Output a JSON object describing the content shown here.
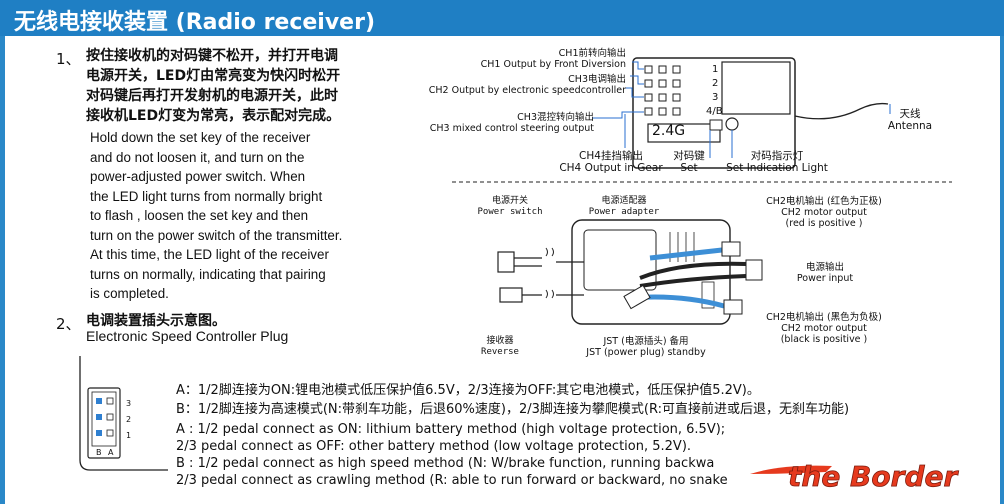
{
  "header": {
    "title": "无线电接收装置 (Radio receiver)"
  },
  "section1": {
    "number": "1、",
    "zh_lines": [
      "按住接收机的对码键不松开，并打开电调",
      "电源开关，LED灯由常亮变为快闪时松开",
      "对码键后再打开发射机的电源开关，此时",
      "接收机LED灯变为常亮，表示配对完成。"
    ],
    "en_lines": [
      "Hold down the set key of the receiver",
      "and do not loosen it,  and turn on the",
      "power-adjusted power switch.  When",
      "the LED light turns from normally bright",
      "to flash , loosen the set key and then",
      "turn on the power switch of the transmitter.",
      "At this time, the LED light of the receiver",
      "turns on normally, indicating that pairing",
      "is completed."
    ]
  },
  "section2": {
    "number": "2、",
    "zh": "电调装置插头示意图。",
    "en": "Electronic Speed Controller Plug"
  },
  "receiver_diagram": {
    "ch1_zh": "CH1前转向输出",
    "ch1_en": "CH1 Output by Front Diversion",
    "ch3_zh": "CH3电调输出",
    "ch2_en": "CH2 Output by electronic speedcontroller",
    "ch3mix_zh": "CH3混控转向输出",
    "ch3mix_en": "CH3 mixed control steering output",
    "ch4_zh": "CH4挂挡输出",
    "ch4_en": "CH4 Output in Gear",
    "set_zh": "对码键",
    "set_en": "Set",
    "led_zh": "对码指示灯",
    "led_en": "Set Indication Light",
    "antenna_zh": "天线",
    "antenna_en": "Antenna",
    "band": "2.4G",
    "ports": [
      "1",
      "2",
      "3",
      "4/B"
    ]
  },
  "esc_diagram": {
    "power_switch_zh": "电源开关",
    "power_switch_en": "Power switch",
    "adapter_zh": "电源适配器",
    "adapter_en": "Power adapter",
    "ch2pos_zh": "CH2电机输出 (红色为正极)",
    "ch2pos_en1": "CH2 motor output",
    "ch2pos_en2": "(red is positive )",
    "input_zh": "电源输出",
    "input_en": "Power input",
    "ch2neg_zh": "CH2电机输出 (黑色为负极)",
    "ch2neg_en1": "CH2 motor output",
    "ch2neg_en2": "(black is positive )",
    "receiver_zh": "接收器",
    "receiver_en": "Reverse",
    "jst_zh": "JST (电源插头) 备用",
    "jst_en": "JST (power plug) standby"
  },
  "plug": {
    "pins_right": [
      "3",
      "2",
      "1"
    ],
    "pins_bottom": [
      "B",
      "A"
    ],
    "notes": [
      "A：1/2脚连接为ON:锂电池模式低压保护值6.5V，2/3连接为OFF:其它电池模式，低压保护值5.2V)。",
      "B：1/2脚连接为高速模式(N:带刹车功能，后退60%速度)，2/3脚连接为攀爬模式(R:可直接前进或后退，无刹车功能)",
      "A : 1/2 pedal connect as ON: lithium battery method (high voltage protection, 6.5V);",
      "     2/3 pedal connect as OFF: other battery method (low voltage protection, 5.2V).",
      "B : 1/2 pedal connect as high speed method (N: W/brake function, running backwa",
      "     2/3 pedal connect as crawling method (R: able to run forward or backward, no snake"
    ]
  },
  "watermark": {
    "text": "the Border"
  },
  "colors": {
    "header": "#1f7fc4",
    "wire_blue": "#3d8fd6",
    "pin_blue": "#2f7fd0",
    "logo_red": "#e63a1e"
  }
}
